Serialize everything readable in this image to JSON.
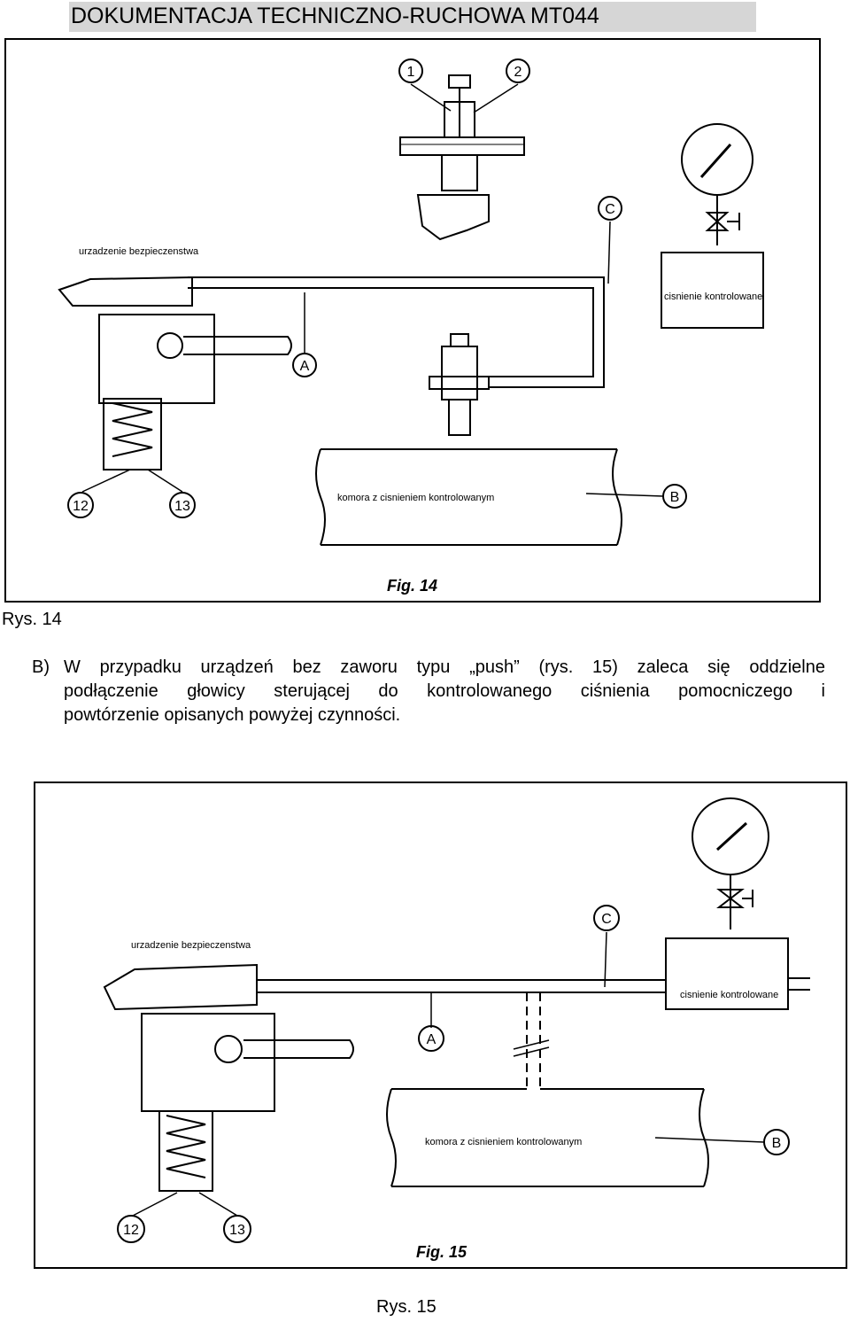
{
  "header": {
    "title": "DOKUMENTACJA TECHNICZNO-RUCHOWA MT044"
  },
  "figure14": {
    "caption": "Rys. 14",
    "fig_label": "Fig. 14",
    "label_safety_device": "urzadzenie bezpieczenstwa",
    "label_controlled_pressure": "cisnienie kontrolowane",
    "label_chamber": "komora z cisnieniem kontrolowanym",
    "callouts": [
      "1",
      "2",
      "C",
      "A",
      "B",
      "12",
      "13"
    ]
  },
  "paragraph": {
    "label": "B)",
    "lines": [
      "W przypadku urządzeń bez zaworu typu „push” (rys. 15) zaleca się oddzielne",
      "podłączenie głowicy sterującej do kontrolowanego ciśnienia pomocniczego i",
      "powtórzenie opisanych powyżej czynności."
    ]
  },
  "figure15": {
    "caption": "Rys. 15",
    "fig_label": "Fig. 15",
    "label_safety_device": "urzadzenie bezpieczenstwa",
    "label_controlled_pressure": "cisnienie kontrolowane",
    "label_chamber": "komora z cisnieniem kontrolowanym",
    "callouts": [
      "C",
      "A",
      "B",
      "12",
      "13"
    ]
  }
}
